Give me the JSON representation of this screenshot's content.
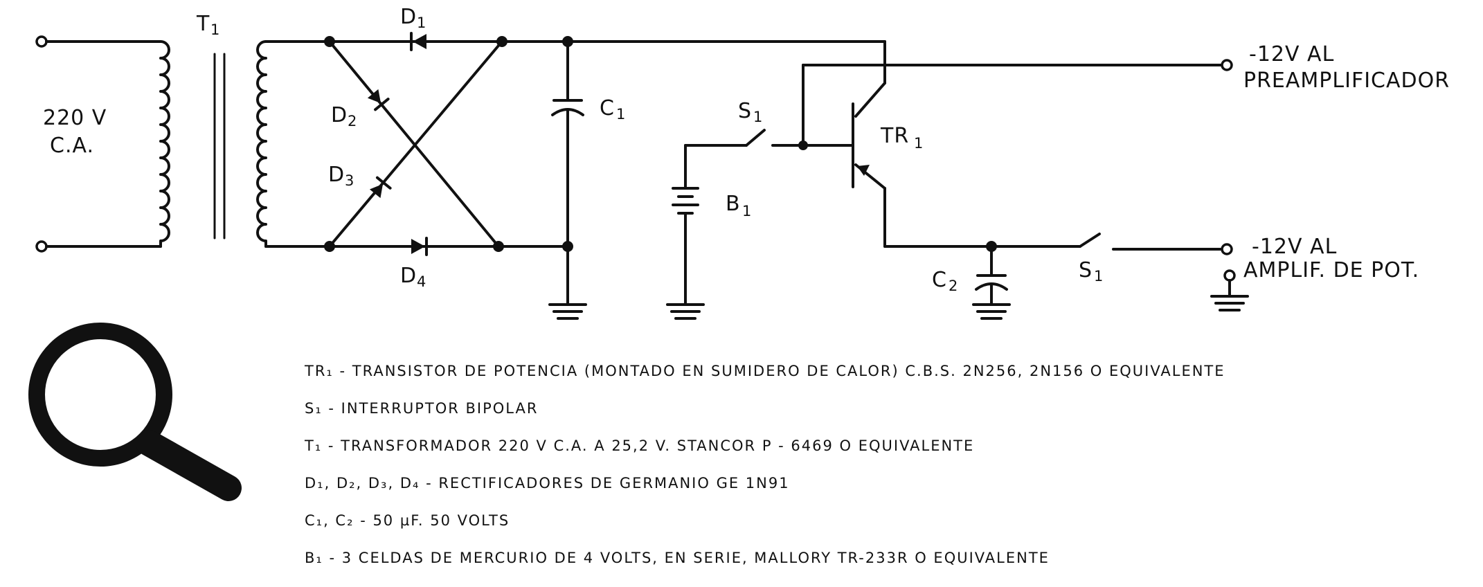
{
  "labels": {
    "transformer": "T",
    "transformer_sub": "1",
    "input_voltage_line1": "220 V",
    "input_voltage_line2": "C.A.",
    "d1": "D",
    "d1_sub": "1",
    "d2": "D",
    "d2_sub": "2",
    "d3": "D",
    "d3_sub": "3",
    "d4": "D",
    "d4_sub": "4",
    "c1": "C",
    "c1_sub": "1",
    "c2": "C",
    "c2_sub": "2",
    "s1_top": "S",
    "s1_top_sub": "1",
    "s1_bottom": "S",
    "s1_bottom_sub": "1",
    "b1": "B",
    "b1_sub": "1",
    "tr1": "TR",
    "tr1_sub": "1",
    "out1_line1": "-12V AL",
    "out1_line2": "PREAMPLIFICADOR",
    "out2_line1": "-12V AL",
    "out2_line2": "AMPLIF. DE POT."
  },
  "legend": [
    "TR₁ - TRANSISTOR DE POTENCIA (MONTADO EN SUMIDERO DE CALOR) C.B.S. 2N256, 2N156 O EQUIVALENTE",
    "S₁ - INTERRUPTOR BIPOLAR",
    "T₁ - TRANSFORMADOR 220 V C.A. A 25,2 V. STANCOR P - 6469 O EQUIVALENTE",
    "D₁, D₂, D₃, D₄ - RECTIFICADORES DE GERMANIO GE 1N91",
    "C₁, C₂ - 50 µF. 50 VOLTS",
    "B₁ - 3 CELDAS DE MERCURIO DE 4 VOLTS, EN SERIE, MALLORY TR-233R O EQUIVALENTE"
  ],
  "icons": {
    "magnifier": "magnifier-icon"
  }
}
